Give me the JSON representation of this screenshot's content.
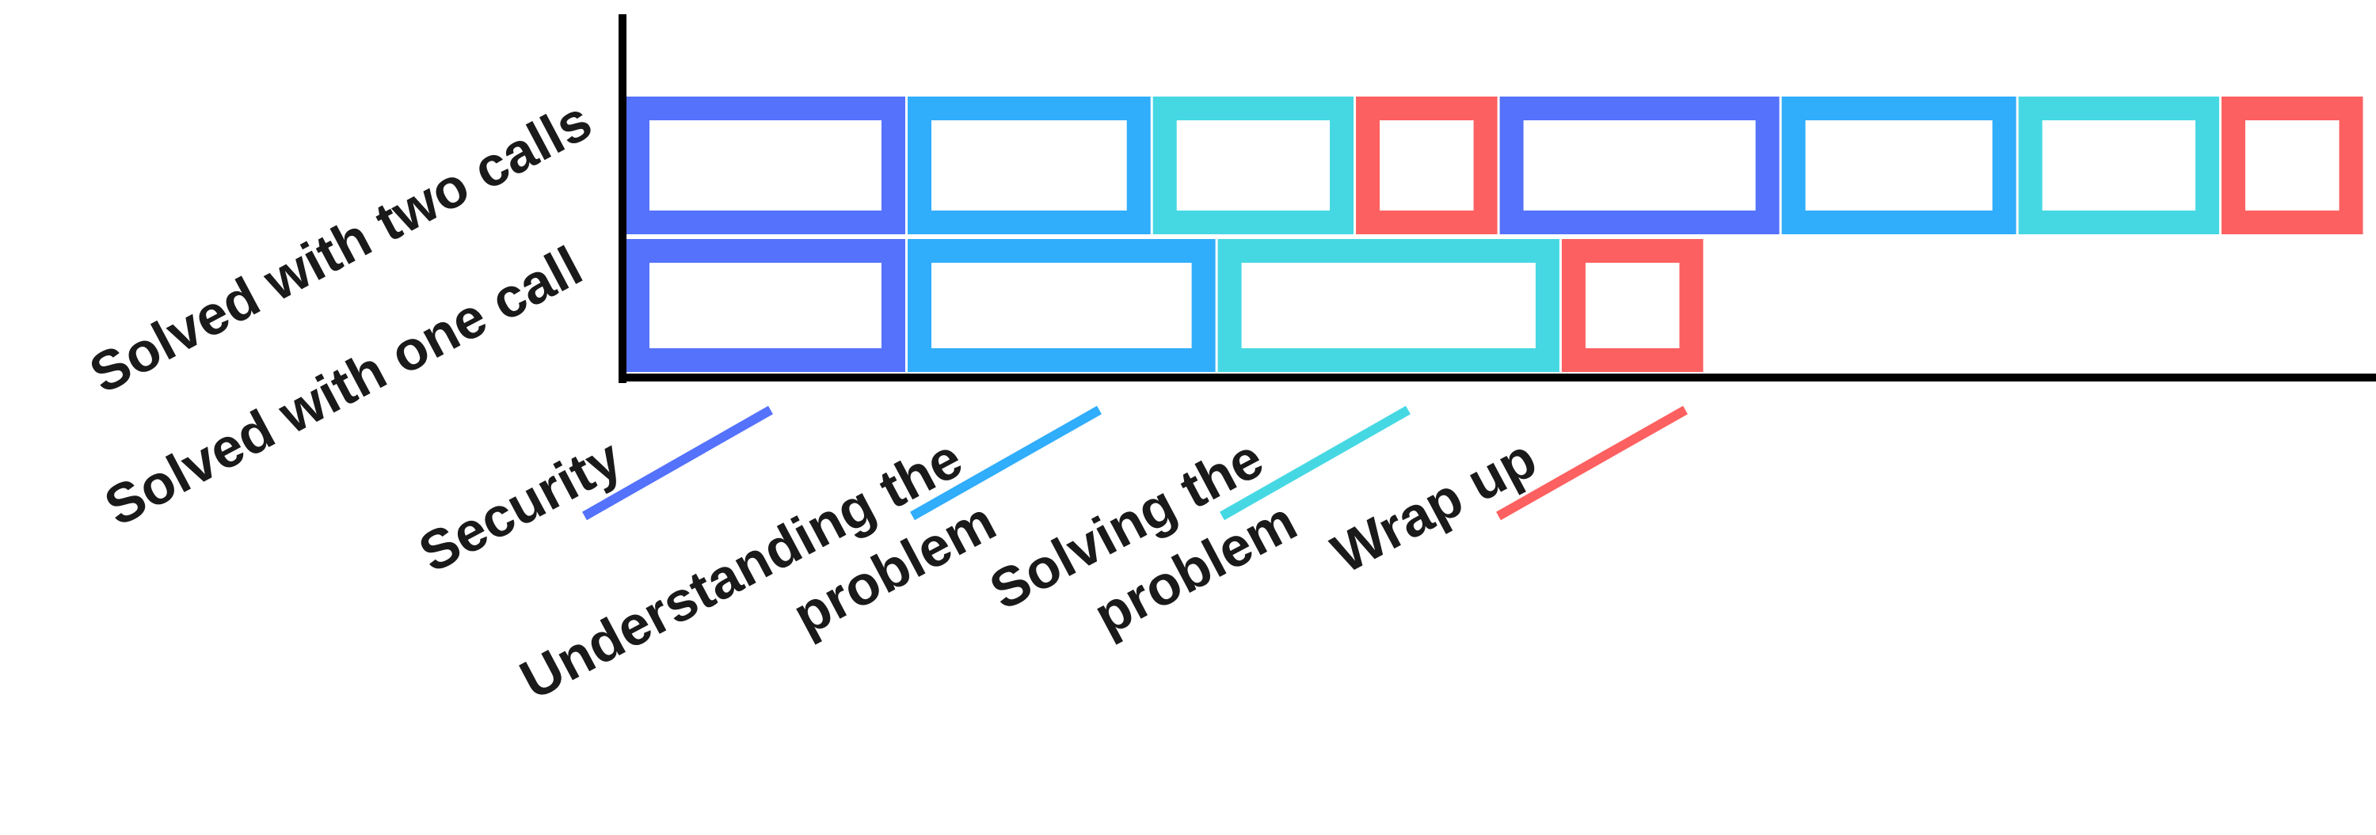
{
  "rows": [
    {
      "label": "Solved with two calls",
      "segments": [
        {
          "phase": "security",
          "duration": 1.0
        },
        {
          "phase": "understanding",
          "duration": 0.87
        },
        {
          "phase": "solving",
          "duration": 0.72
        },
        {
          "phase": "wrap_up",
          "duration": 0.51
        },
        {
          "phase": "security",
          "duration": 1.0
        },
        {
          "phase": "understanding",
          "duration": 0.84
        },
        {
          "phase": "solving",
          "duration": 0.72
        },
        {
          "phase": "wrap_up",
          "duration": 0.51
        }
      ]
    },
    {
      "label": "Solved with one call",
      "segments": [
        {
          "phase": "security",
          "duration": 1.0
        },
        {
          "phase": "understanding",
          "duration": 1.1
        },
        {
          "phase": "solving",
          "duration": 1.22
        },
        {
          "phase": "wrap_up",
          "duration": 0.51
        }
      ]
    }
  ],
  "legend": [
    {
      "phase": "security",
      "lines": [
        "Security"
      ],
      "color": "#5472fb"
    },
    {
      "phase": "understanding",
      "lines": [
        "Understanding the",
        "problem"
      ],
      "color": "#30adfb"
    },
    {
      "phase": "solving",
      "lines": [
        "Solving the",
        "problem"
      ],
      "color": "#45d8e3"
    },
    {
      "phase": "wrap_up",
      "lines": [
        "Wrap up"
      ],
      "color": "#fd6060"
    }
  ],
  "colors": {
    "security": "#5472fb",
    "understanding": "#30adfb",
    "solving": "#45d8e3",
    "wrap_up": "#fd6060",
    "axis": "#000000",
    "text": "#1a1a1a"
  }
}
